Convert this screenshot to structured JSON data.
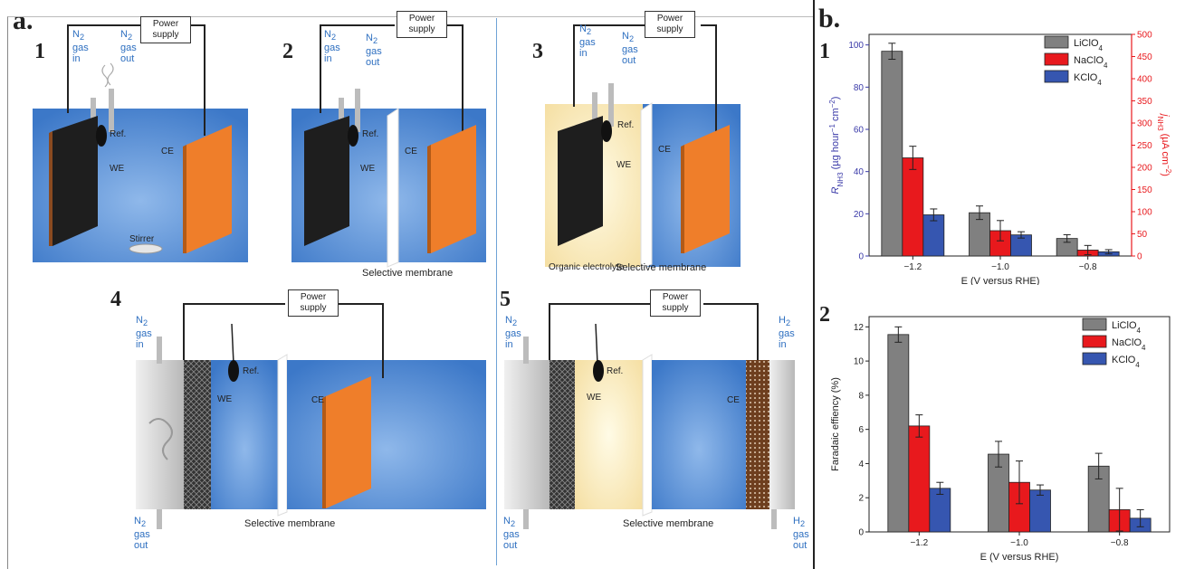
{
  "panel_a": {
    "letter": "a.",
    "cells": [
      {
        "num": "1",
        "power": [
          "Power",
          "supply"
        ],
        "n2_in": [
          "N",
          "gas",
          "in"
        ],
        "n2_out": [
          "N",
          "gas",
          "out"
        ],
        "ref": "Ref.",
        "we": "WE",
        "ce": "CE",
        "stirrer": "Stirrer",
        "caption": ""
      },
      {
        "num": "2",
        "power": [
          "Power",
          "supply"
        ],
        "n2_in": [
          "N",
          "gas",
          "in"
        ],
        "n2_out": [
          "N",
          "gas",
          "out"
        ],
        "ref": "Ref.",
        "we": "WE",
        "ce": "CE",
        "caption": "Selective membrane"
      },
      {
        "num": "3",
        "power": [
          "Power",
          "supply"
        ],
        "n2_in": [
          "N",
          "gas",
          "in"
        ],
        "n2_out": [
          "N",
          "gas",
          "out"
        ],
        "ref": "Ref.",
        "we": "WE",
        "ce": "CE",
        "organic": "Organic electrolyte",
        "caption": "Selective membrane"
      },
      {
        "num": "4",
        "power": [
          "Power",
          "supply"
        ],
        "n2_in": [
          "N",
          "gas",
          "in"
        ],
        "n2_out": [
          "N",
          "gas",
          "out"
        ],
        "ref": "Ref.",
        "we": "WE",
        "ce": "CE",
        "caption": "Selective membrane"
      },
      {
        "num": "5",
        "power": [
          "Power",
          "supply"
        ],
        "n2_in": [
          "N",
          "gas",
          "in"
        ],
        "n2_out": [
          "N",
          "gas",
          "out"
        ],
        "h2_in": [
          "H",
          "gas",
          "in"
        ],
        "h2_out": [
          "H",
          "gas",
          "out"
        ],
        "ref": "Ref.",
        "we": "WE",
        "ce": "CE",
        "caption": "Selective membrane"
      }
    ]
  },
  "panel_b": {
    "letter": "b.",
    "sub1": "1",
    "sub2": "2"
  },
  "colors": {
    "LiClO4": "#808080",
    "NaClO4": "#e8191d",
    "KClO4": "#3656b0",
    "cell_blue": "#3f7fce",
    "electrode_we": "#1e1e1e",
    "electrode_ce": "#ef7e2a",
    "left_axis": "#3a3aa8",
    "right_axis": "#e8191d"
  },
  "chart_data": [
    {
      "type": "bar",
      "categories": [
        "−1.2",
        "−1.0",
        "−0.8"
      ],
      "xlabel": "E (V versus RHE)",
      "ylabel": "R",
      "ylabel_sub": "NH3",
      "ylabel_units": "(µg hour",
      "ylabel_units2": "−1",
      "ylabel_units3": " cm",
      "ylabel_units4": "−2",
      "ylabel_units5": ")",
      "ylim": [
        0,
        105
      ],
      "yticks": [
        0,
        20,
        40,
        60,
        80,
        100
      ],
      "y2label": "j",
      "y2label_sub": "NH3",
      "y2label_units": "(µA cm",
      "y2label_units2": "−2",
      "y2label_units3": ")",
      "y2lim": [
        0,
        500
      ],
      "y2ticks": [
        0,
        50,
        100,
        150,
        200,
        250,
        300,
        350,
        400,
        450,
        500
      ],
      "series": [
        {
          "name": "LiClO",
          "name_sub": "4",
          "values": [
            97,
            20.5,
            8.3
          ],
          "errors": [
            3.8,
            3.2,
            1.8
          ]
        },
        {
          "name": "NaClO",
          "name_sub": "4",
          "values": [
            46.5,
            12,
            2.8
          ],
          "errors": [
            5.5,
            4.8,
            2.2
          ]
        },
        {
          "name": "KClO",
          "name_sub": "4",
          "values": [
            19.5,
            10,
            2
          ],
          "errors": [
            2.8,
            1.5,
            1
          ]
        }
      ],
      "legend": "top-right"
    },
    {
      "type": "bar",
      "categories": [
        "−1.2",
        "−1.0",
        "−0.8"
      ],
      "xlabel": "E (V versus RHE)",
      "ylabel": "Faradaic effiency (%)",
      "ylim": [
        0,
        12.6
      ],
      "yticks": [
        0,
        2,
        4,
        6,
        8,
        10,
        12
      ],
      "series": [
        {
          "name": "LiClO",
          "name_sub": "4",
          "values": [
            11.55,
            4.55,
            3.85
          ],
          "errors": [
            0.45,
            0.75,
            0.75
          ]
        },
        {
          "name": "NaClO",
          "name_sub": "4",
          "values": [
            6.2,
            2.9,
            1.3
          ],
          "errors": [
            0.65,
            1.25,
            1.25
          ]
        },
        {
          "name": "KClO",
          "name_sub": "4",
          "values": [
            2.55,
            2.45,
            0.8
          ],
          "errors": [
            0.35,
            0.3,
            0.5
          ]
        }
      ],
      "legend": "top-right"
    }
  ]
}
